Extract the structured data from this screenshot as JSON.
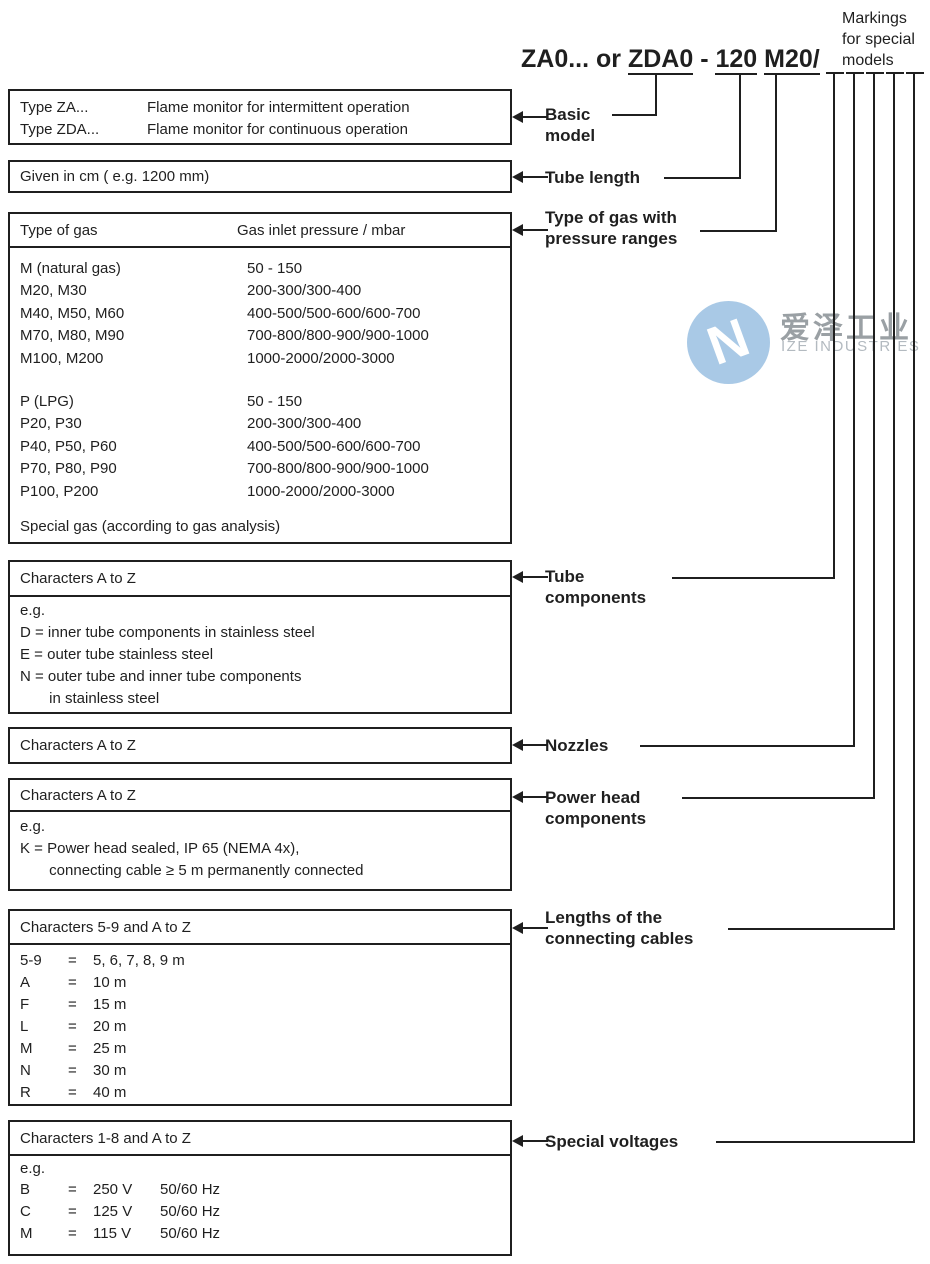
{
  "title": {
    "code_full": "ZA0... or ZDA0 - 120 M20/",
    "segments": [
      {
        "text": "ZA0... or ",
        "underline": false
      },
      {
        "text": "ZDA0",
        "underline": true
      },
      {
        "text": " - ",
        "underline": false
      },
      {
        "text": "120",
        "underline": true
      },
      {
        "text": " ",
        "underline": false
      },
      {
        "text": "M20/",
        "underline": true
      }
    ]
  },
  "markings_note": {
    "lines": [
      "Markings",
      "for special",
      "models"
    ]
  },
  "watermark": {
    "name_cn": "爱泽工业",
    "name_en": "IZE INDUSTRIES",
    "logo_color": "#a9c9e6",
    "logo_letter": "N"
  },
  "colors": {
    "line": "#1f1f1f",
    "background": "#ffffff"
  },
  "labels": [
    {
      "id": "basic-model",
      "lines": [
        "Basic",
        "model"
      ]
    },
    {
      "id": "tube-length",
      "lines": [
        "Tube length"
      ]
    },
    {
      "id": "type-of-gas",
      "lines": [
        "Type of gas with",
        "pressure ranges"
      ]
    },
    {
      "id": "tube-components",
      "lines": [
        "Tube",
        "components"
      ]
    },
    {
      "id": "nozzles",
      "lines": [
        "Nozzles"
      ]
    },
    {
      "id": "power-head",
      "lines": [
        "Power head",
        "components"
      ]
    },
    {
      "id": "cable-lengths",
      "lines": [
        "Lengths of the",
        "connecting cables"
      ]
    },
    {
      "id": "special-voltages",
      "lines": [
        "Special voltages"
      ]
    }
  ],
  "boxes": {
    "basic_model": {
      "rows": [
        [
          "Type ZA...",
          "Flame monitor for intermittent operation"
        ],
        [
          "Type ZDA...",
          "Flame monitor for continuous operation"
        ]
      ]
    },
    "tube_length": {
      "text": "Given in cm ( e.g. 1200 mm)"
    },
    "gas": {
      "header": [
        "Type of gas",
        "Gas inlet pressure / mbar"
      ],
      "m_rows": [
        [
          "M (natural gas)",
          "50 - 150"
        ],
        [
          "M20, M30",
          "200-300/300-400"
        ],
        [
          "M40, M50, M60",
          "400-500/500-600/600-700"
        ],
        [
          "M70, M80, M90",
          "700-800/800-900/900-1000"
        ],
        [
          "M100, M200",
          "1000-2000/2000-3000"
        ]
      ],
      "p_rows": [
        [
          "P (LPG)",
          "50 - 150"
        ],
        [
          "P20, P30",
          "200-300/300-400"
        ],
        [
          "P40, P50, P60",
          "400-500/500-600/600-700"
        ],
        [
          "P70, P80, P90",
          "700-800/800-900/900-1000"
        ],
        [
          "P100, P200",
          "1000-2000/2000-3000"
        ]
      ],
      "note": "Special gas (according to gas analysis)"
    },
    "tube_components": {
      "header": "Characters A to Z",
      "lines": [
        "e.g.",
        "D = inner tube components in stainless steel",
        "E = outer tube stainless steel",
        "N = outer tube and inner tube components",
        "       in stainless steel"
      ]
    },
    "nozzles": {
      "text": "Characters A to Z"
    },
    "power_head": {
      "header": "Characters A to Z",
      "lines": [
        "e.g.",
        "K = Power head sealed, IP 65 (NEMA 4x),",
        "       connecting cable ≥ 5 m permanently connected"
      ]
    },
    "cables": {
      "header": "Characters 5-9 and A to Z",
      "rows": [
        [
          "5-9",
          "=",
          "5, 6, 7, 8, 9 m"
        ],
        [
          "A",
          "=",
          "10 m"
        ],
        [
          "F",
          "=",
          "15 m"
        ],
        [
          "L",
          "=",
          "20 m"
        ],
        [
          "M",
          "=",
          "25 m"
        ],
        [
          "N",
          "=",
          "30 m"
        ],
        [
          "R",
          "=",
          "40 m"
        ]
      ]
    },
    "voltages": {
      "header": "Characters 1-8 and A to Z",
      "example_label": "e.g.",
      "rows": [
        [
          "B",
          "=",
          "250 V",
          "50/60 Hz"
        ],
        [
          "C",
          "=",
          "125 V",
          "50/60 Hz"
        ],
        [
          "M",
          "=",
          "115 V",
          "50/60 Hz"
        ]
      ]
    }
  }
}
